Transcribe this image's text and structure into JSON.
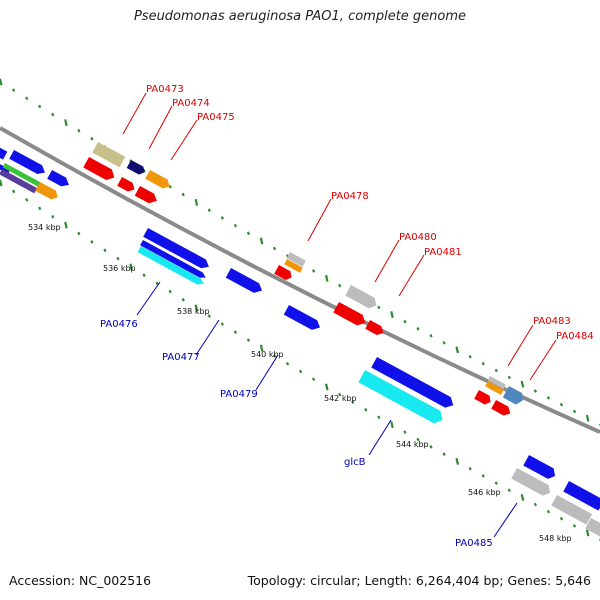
{
  "title": "Pseudomonas aeruginosa PAO1, complete genome",
  "footer": {
    "accession": "Accession: NC_002516",
    "summary": "Topology: circular; Length: 6,264,404 bp; Genes: 5,646"
  },
  "colors": {
    "backbone": "#8a8a8a",
    "tick_dots": "#2d8a2d",
    "label_top": "#dd0000",
    "label_bottom": "#0000bb",
    "blue": "#1010e8",
    "red": "#ee0000",
    "orange": "#f0960a",
    "navy": "#10106e",
    "khaki": "#c8c08a",
    "cyan": "#18e8f0",
    "gray": "#bcbcbc",
    "steel": "#4f86bd",
    "green": "#3ac23a",
    "purple": "#5a3c9a"
  },
  "ticks": [
    "534 kbp",
    "536 kbp",
    "538 kbp",
    "540 kbp",
    "542 kbp",
    "544 kbp",
    "546 kbp",
    "548 kbp"
  ],
  "genes_top": [
    "PA0473",
    "PA0474",
    "PA0475",
    "PA0478",
    "PA0480",
    "PA0481",
    "PA0483",
    "PA0484"
  ],
  "genes_bottom": [
    "PA0476",
    "PA0477",
    "PA0479",
    "glcB",
    "PA0485"
  ]
}
